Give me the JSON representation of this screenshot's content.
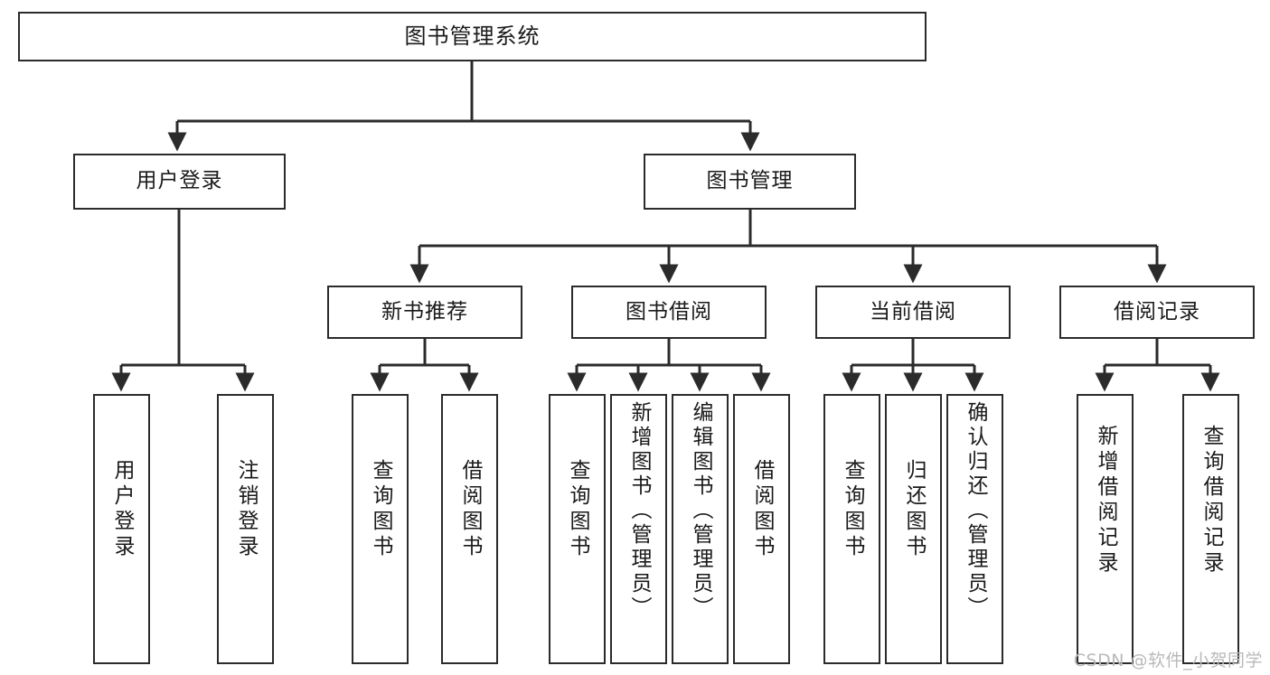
{
  "diagram": {
    "type": "tree-hierarchy-chart",
    "title": "图书管理系统",
    "watermark": "CSDN @软件_小贺同学",
    "stroke_color": "#2b2b2b",
    "fill_color": "#ffffff",
    "nodes": {
      "root": {
        "label": "图书管理系统",
        "level": 1
      },
      "level2": [
        {
          "id": "user-login",
          "label": "用户登录"
        },
        {
          "id": "book-manage",
          "label": "图书管理"
        }
      ],
      "level3": [
        {
          "id": "new-book-recommend",
          "label": "新书推荐"
        },
        {
          "id": "book-borrow",
          "label": "图书借阅"
        },
        {
          "id": "current-borrow",
          "label": "当前借阅"
        },
        {
          "id": "borrow-record",
          "label": "借阅记录"
        }
      ],
      "leaves": {
        "user-login": [
          {
            "id": "leaf-user-login",
            "label": "用户登录"
          },
          {
            "id": "leaf-logout-login",
            "label": "注销登录"
          }
        ],
        "new-book-recommend": [
          {
            "id": "leaf-query-book-1",
            "label": "查询图书"
          },
          {
            "id": "leaf-borrow-book-1",
            "label": "借阅图书"
          }
        ],
        "book-borrow": [
          {
            "id": "leaf-query-book-2",
            "label": "查询图书"
          },
          {
            "id": "leaf-add-book",
            "label": "新增图书（管理员）"
          },
          {
            "id": "leaf-edit-book",
            "label": "编辑图书（管理员）"
          },
          {
            "id": "leaf-borrow-book-2",
            "label": "借阅图书"
          }
        ],
        "current-borrow": [
          {
            "id": "leaf-query-book-3",
            "label": "查询图书"
          },
          {
            "id": "leaf-return-book",
            "label": "归还图书"
          },
          {
            "id": "leaf-confirm-return",
            "label": "确认归还（管理员）"
          }
        ],
        "borrow-record": [
          {
            "id": "leaf-add-record",
            "label": "新增借阅记录"
          },
          {
            "id": "leaf-query-record",
            "label": "查询借阅记录"
          }
        ]
      }
    }
  }
}
